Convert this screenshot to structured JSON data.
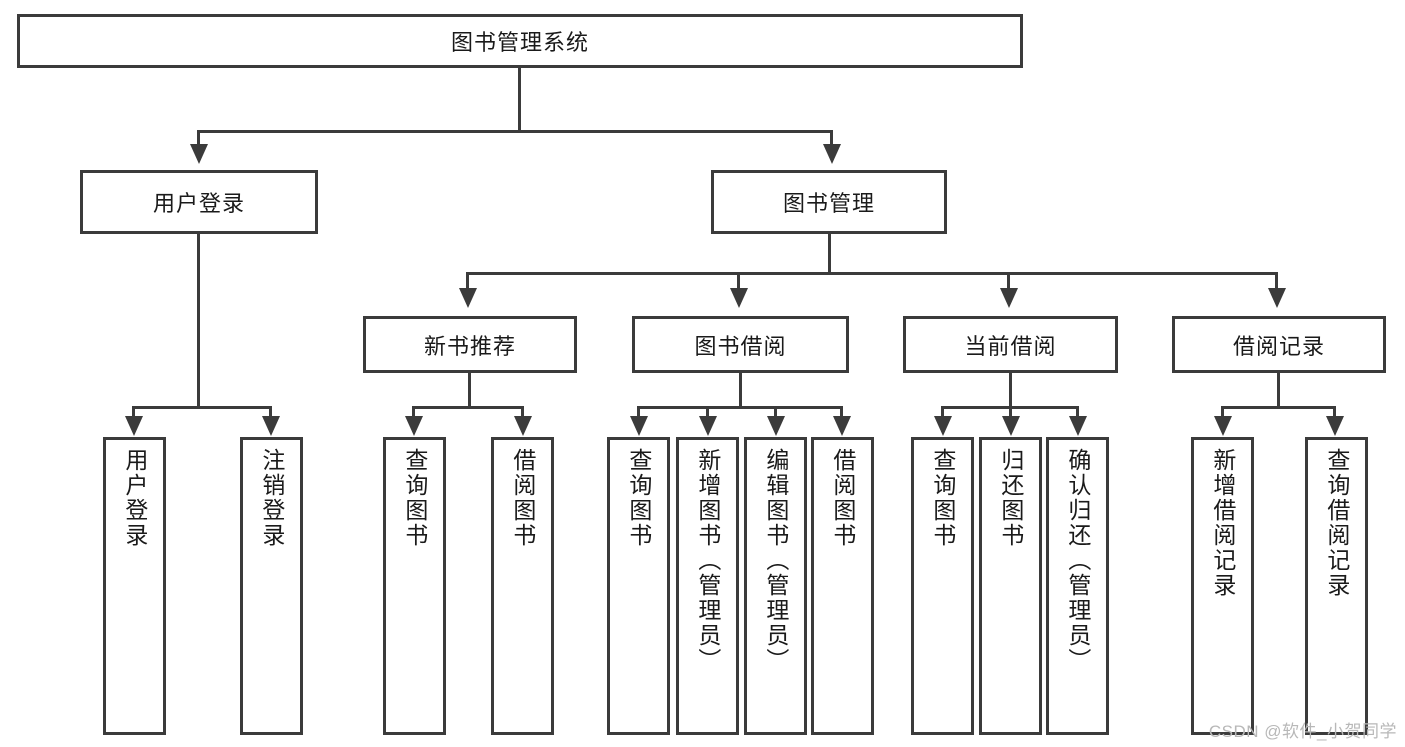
{
  "diagram": {
    "title": "图书管理系统",
    "type": "hierarchy-tree",
    "root": {
      "label": "图书管理系统"
    },
    "level2": [
      {
        "label": "用户登录"
      },
      {
        "label": "图书管理"
      }
    ],
    "level3": [
      {
        "label": "新书推荐"
      },
      {
        "label": "图书借阅"
      },
      {
        "label": "当前借阅"
      },
      {
        "label": "借阅记录"
      }
    ],
    "leaves": {
      "user_login": [
        {
          "label": "用户登录"
        },
        {
          "label": "注销登录"
        }
      ],
      "new_book_recommend": [
        {
          "label": "查询图书"
        },
        {
          "label": "借阅图书"
        }
      ],
      "book_borrow": [
        {
          "label": "查询图书"
        },
        {
          "label": "新增图书（管理员）"
        },
        {
          "label": "编辑图书（管理员）"
        },
        {
          "label": "借阅图书"
        }
      ],
      "current_borrow": [
        {
          "label": "查询图书"
        },
        {
          "label": "归还图书"
        },
        {
          "label": "确认归还（管理员）"
        }
      ],
      "borrow_record": [
        {
          "label": "新增借阅记录"
        },
        {
          "label": "查询借阅记录"
        }
      ]
    }
  },
  "watermark": {
    "text": "CSDN @软件_小贺同学"
  },
  "colors": {
    "stroke": "#3b3b3b",
    "text": "#1a1a1a",
    "background": "#ffffff",
    "watermark": "#b8b8b8"
  }
}
